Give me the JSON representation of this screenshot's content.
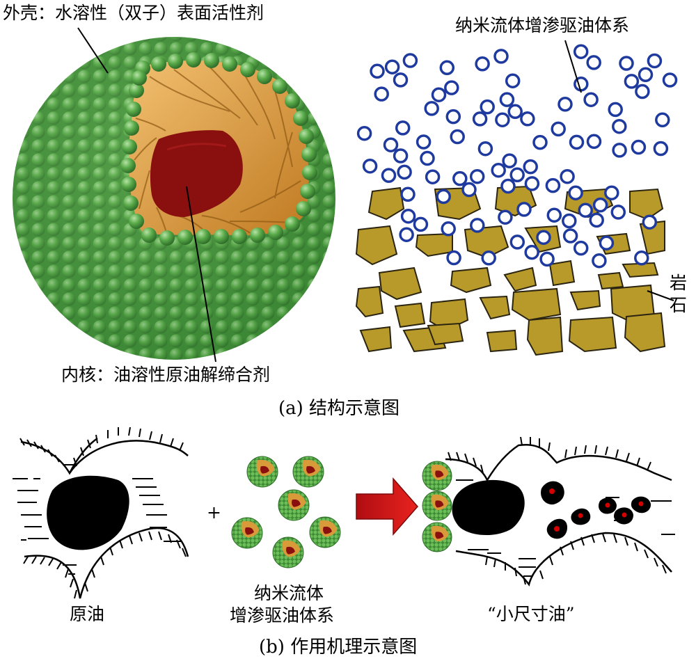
{
  "panel_a": {
    "shell_label": "外壳：水溶性（双子）表面活性剂",
    "core_label": "内核：油溶性原油解缔合剂",
    "system_label": "纳米流体增渗驱油体系",
    "rock_label_1": "岩",
    "rock_label_2": "石",
    "caption": "(a) 结构示意图"
  },
  "panel_b": {
    "plus": "+",
    "crude_label": "原油",
    "system_label_1": "纳米流体",
    "system_label_2": "增渗驱油体系",
    "small_oil_label": "“小尺寸油”",
    "caption": "(b) 作用机理示意图"
  },
  "colors": {
    "shell_green": "#5aab4a",
    "surfactant_orange": "#d99a3a",
    "core_red": "#8a0f0f",
    "bubble_blue": "#1f3a9e",
    "rock_olive": "#b89a2a",
    "oil_black": "#000000",
    "arrow_red": "#d4151b",
    "arrow_green": "#3f9a3a"
  }
}
